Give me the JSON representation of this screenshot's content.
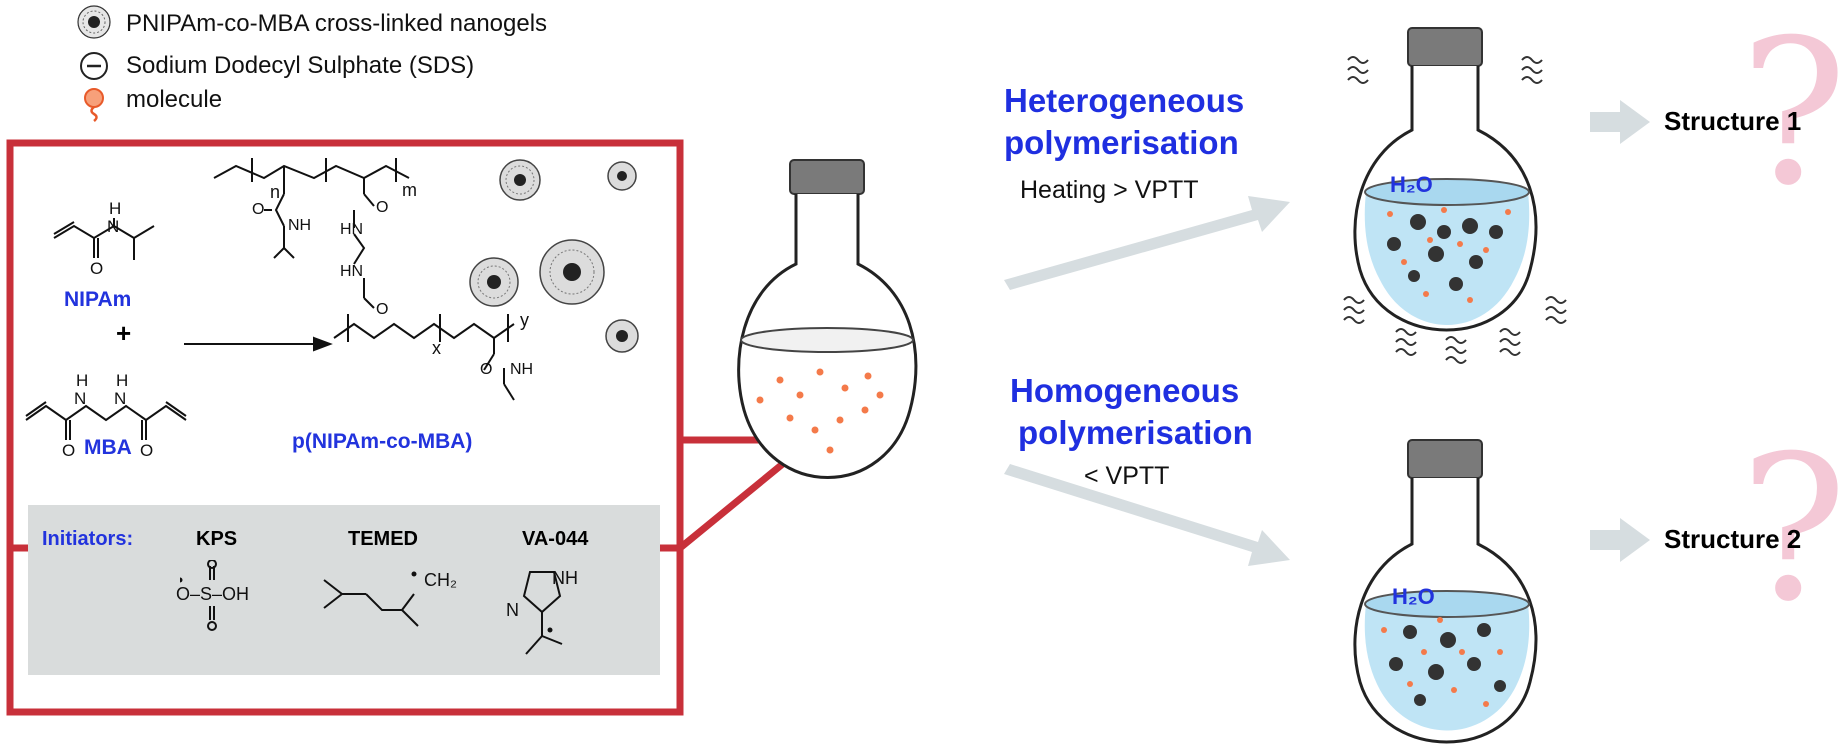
{
  "legend": {
    "nanogel": "PNIPAm-co-MBA cross-linked nanogels",
    "sds": "Sodium Dodecyl Sulphate (SDS)",
    "molecule": "molecule"
  },
  "reaction": {
    "monomer1": "NIPAm",
    "plus": "+",
    "monomer2": "MBA",
    "product": "p(NIPAm-co-MBA)",
    "n_label": "n",
    "m_label": "m",
    "x_label": "x",
    "y_label": "y",
    "atom_H": "H",
    "atom_N": "N",
    "atom_O": "O",
    "atom_NH": "NH",
    "atom_HN": "HN"
  },
  "initiators": {
    "label": "Initiators:",
    "items": [
      "KPS",
      "TEMED",
      "VA-044"
    ],
    "kps_formula": "O–S–OH",
    "temed_ch2": "CH₂",
    "va_nh": "NH",
    "va_n": "N"
  },
  "routes": {
    "hetero_line1": "Heterogeneous",
    "hetero_line2": "polymerisation",
    "hetero_cond": "Heating > VPTT",
    "homo_line1": "Homogeneous",
    "homo_line2": "polymerisation",
    "homo_cond": "< VPTT"
  },
  "flasks": {
    "water_label": "H₂O"
  },
  "results": {
    "structure1": "Structure 1",
    "structure2": "Structure 2",
    "question_mark": "?"
  },
  "colors": {
    "frame_red": "#c8303a",
    "label_blue": "#2233dd",
    "arrow_grey": "#d6dde0",
    "box_grey": "#d9dcdc",
    "water_blue": "#bfe4f5",
    "molecule_orange": "#f47a4a",
    "question_pink": "#f4c8d6"
  }
}
